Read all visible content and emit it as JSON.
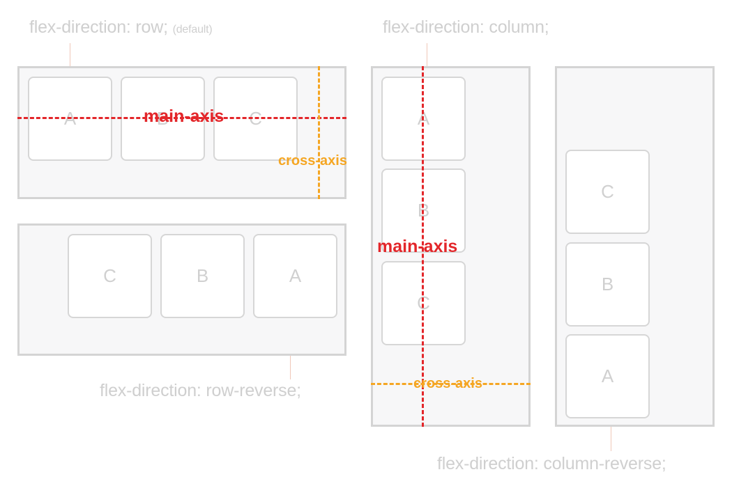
{
  "captions": {
    "row": "flex-direction: row;",
    "row_default": "(default)",
    "column": "flex-direction: column;",
    "row_reverse": "flex-direction: row-reverse;",
    "column_reverse": "flex-direction: column-reverse;"
  },
  "axes": {
    "main": "main-axis",
    "cross": "cross-axis"
  },
  "items": {
    "row": [
      "A",
      "B",
      "C"
    ],
    "row_reverse": [
      "C",
      "B",
      "A"
    ],
    "column": [
      "A",
      "B",
      "C"
    ],
    "column_reverse": [
      "C",
      "B",
      "A"
    ]
  },
  "colors": {
    "main_axis": "#e3262a",
    "cross_axis": "#f5a623",
    "container_border": "#d4d4d4",
    "caption_text": "#cfcfcf"
  }
}
